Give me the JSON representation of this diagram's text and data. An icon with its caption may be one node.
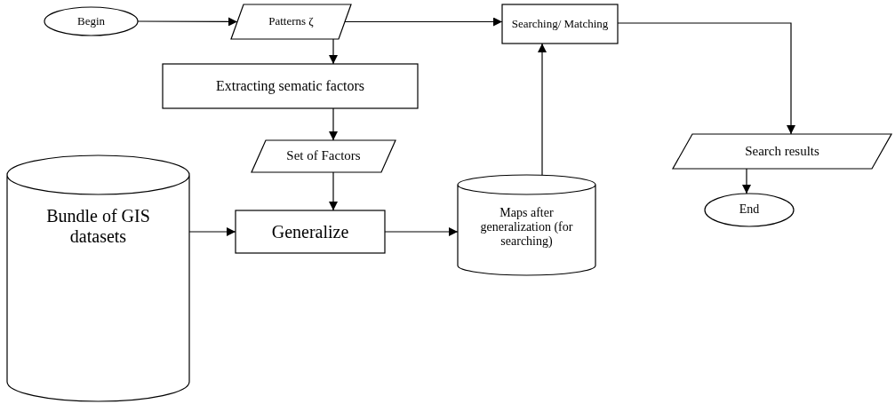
{
  "diagram": {
    "nodes": [
      {
        "text": [
          "Begin"
        ]
      },
      {
        "text": [
          "Patterns ζ"
        ]
      },
      {
        "text": [
          "Searching/ Matching"
        ]
      },
      {
        "text": [
          "Extracting sematic factors"
        ]
      },
      {
        "text": [
          "Set of Factors"
        ]
      },
      {
        "text": [
          "Bundle of GIS datasets"
        ]
      },
      {
        "text": [
          "Generalize"
        ]
      },
      {
        "text": [
          "Maps after generalization (for searching)"
        ]
      },
      {
        "text": [
          "Search results"
        ]
      },
      {
        "text": [
          "End"
        ]
      }
    ],
    "edges": [
      {
        "from": 0,
        "to": 1,
        "arrow": "to"
      },
      {
        "from": 1,
        "to": 2,
        "arrow": "to"
      },
      {
        "from": 2,
        "to": 8,
        "arrow": "to"
      },
      {
        "from": 1,
        "to": 3,
        "arrow": "to"
      },
      {
        "from": 3,
        "to": 4,
        "arrow": "to"
      },
      {
        "from": 4,
        "to": 6,
        "arrow": "to"
      },
      {
        "from": 5,
        "to": 6,
        "arrow": "to"
      },
      {
        "from": 6,
        "to": 7,
        "arrow": "to"
      },
      {
        "from": 7,
        "to": 2,
        "arrow": "to"
      },
      {
        "from": 8,
        "to": 9,
        "arrow": "to"
      }
    ]
  }
}
